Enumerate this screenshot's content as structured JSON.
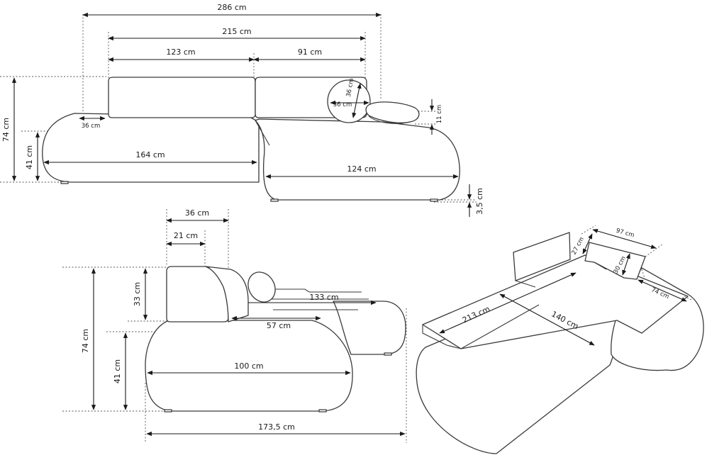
{
  "front_view": {
    "total_width": "286 cm",
    "backrest_width": "215 cm",
    "left_back": "123 cm",
    "right_back": "91 cm",
    "height_total": "74 cm",
    "seat_height": "41 cm",
    "left_seat": "164 cm",
    "right_seat": "124 cm",
    "arm_width": "36 cm",
    "pillow_h": "36 cm",
    "pillow_w": "36 cm",
    "armrest_h": "11 cm",
    "leg_h": "3,5 cm"
  },
  "side_view": {
    "back_depth": "36 cm",
    "back_inner": "21 cm",
    "back_h": "33 cm",
    "height_total": "74 cm",
    "seat_height": "41 cm",
    "chaise_depth": "133 cm",
    "seat_depth_inner": "57 cm",
    "seat_depth": "100 cm",
    "total_depth": "173,5 cm"
  },
  "bed_view": {
    "bed_length": "213 cm",
    "bed_width": "140 cm",
    "topper_w": "97 cm",
    "topper_h": "27 cm",
    "topper_d": "30 cm",
    "side_len": "74 cm"
  }
}
